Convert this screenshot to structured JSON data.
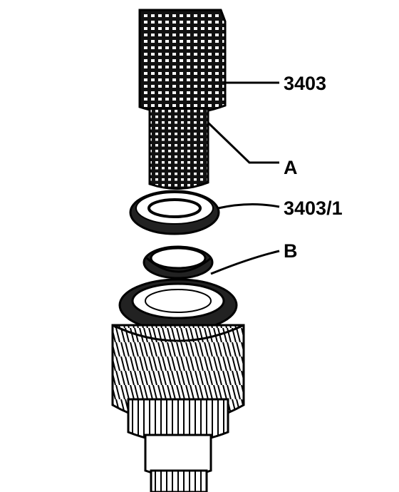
{
  "callouts": {
    "tool_3403": "3403",
    "part_a": "A",
    "tool_3403_1": "3403/1",
    "part_b": "B"
  }
}
